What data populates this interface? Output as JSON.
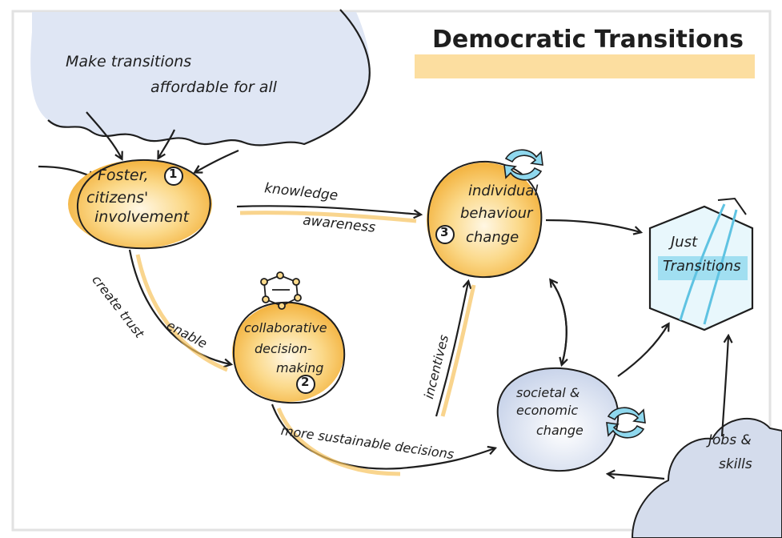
{
  "title": "Democratic Transitions",
  "cloud_top": {
    "line1": "Make transitions",
    "line2": "affordable for all"
  },
  "node_foster": {
    "number": "1",
    "line1": "Foster,",
    "line2": "citizens'",
    "line3": "involvement"
  },
  "node_collab": {
    "number": "2",
    "line1": "collaborative",
    "line2": "decision-",
    "line3": "making"
  },
  "node_behaviour": {
    "number": "3",
    "line1": "individual",
    "line2": "behaviour",
    "line3": "change"
  },
  "node_societal": {
    "line1": "societal &",
    "line2": "economic",
    "line3": "change"
  },
  "node_just": {
    "line1": "Just",
    "line2": "Transitions"
  },
  "cloud_jobs": {
    "line1": "Jobs &",
    "line2": "skills"
  },
  "edge_labels": {
    "knowledge": "knowledge",
    "awareness": "awareness",
    "create_trust": "create trust",
    "enable": "enable",
    "incentives": "incentives",
    "more_sustainable": "more sustainable decisions"
  },
  "colors": {
    "orange": "#f7c35e",
    "orange_light": "#fde3a8",
    "blue_cloud": "#d9e2f2",
    "cyan": "#8fd8ee",
    "title_band": "#fbd88f",
    "ink": "#1e1e1e"
  }
}
